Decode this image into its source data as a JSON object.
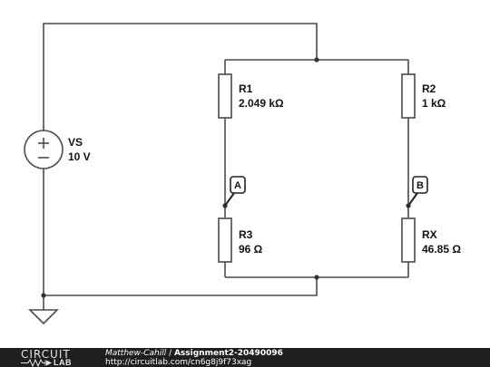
{
  "components": {
    "vs": {
      "name": "VS",
      "value": "10 V"
    },
    "r1": {
      "name": "R1",
      "value": "2.049 kΩ"
    },
    "r2": {
      "name": "R2",
      "value": "1 kΩ"
    },
    "r3": {
      "name": "R3",
      "value": "96 Ω"
    },
    "rx": {
      "name": "RX",
      "value": "46.85 Ω"
    }
  },
  "nodes": {
    "a": "A",
    "b": "B"
  },
  "footer": {
    "logo_top": "CIRCUIT",
    "logo_bottom": "LAB",
    "author": "Matthew-Cahill",
    "separator": " / ",
    "title": "Assignment2-20490096",
    "url": "http://circuitlab.com/cn6g8j9f73xag"
  },
  "colors": {
    "wire": "#4a4a4a",
    "footer_bg": "#1f1f1f"
  }
}
